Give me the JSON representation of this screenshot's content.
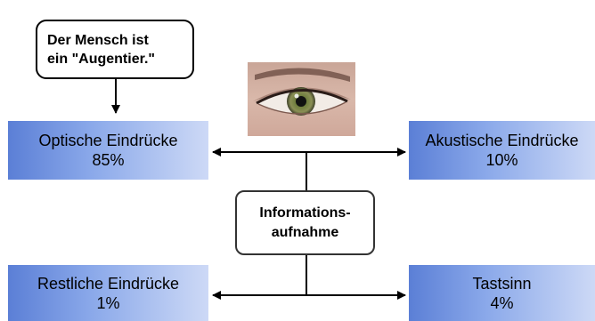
{
  "callout": {
    "line1": "Der Mensch ist",
    "line2": "ein \"Augentier.\""
  },
  "center": {
    "line1": "Informations-",
    "line2": "aufnahme"
  },
  "boxes": {
    "optisch": {
      "label": "Optische Eindrücke",
      "value": "85%"
    },
    "akustisch": {
      "label": "Akustische Eindrücke",
      "value": "10%"
    },
    "restlich": {
      "label": "Restliche Eindrücke",
      "value": "1%"
    },
    "tast": {
      "label": "Tastsinn",
      "value": "4%"
    }
  },
  "icons": {
    "eye": "eye-photo",
    "arrows": "arrow"
  },
  "colors": {
    "box_gradient_start": "#5b7fd6",
    "box_gradient_end": "#cdd9f6",
    "lines": "#000000"
  }
}
